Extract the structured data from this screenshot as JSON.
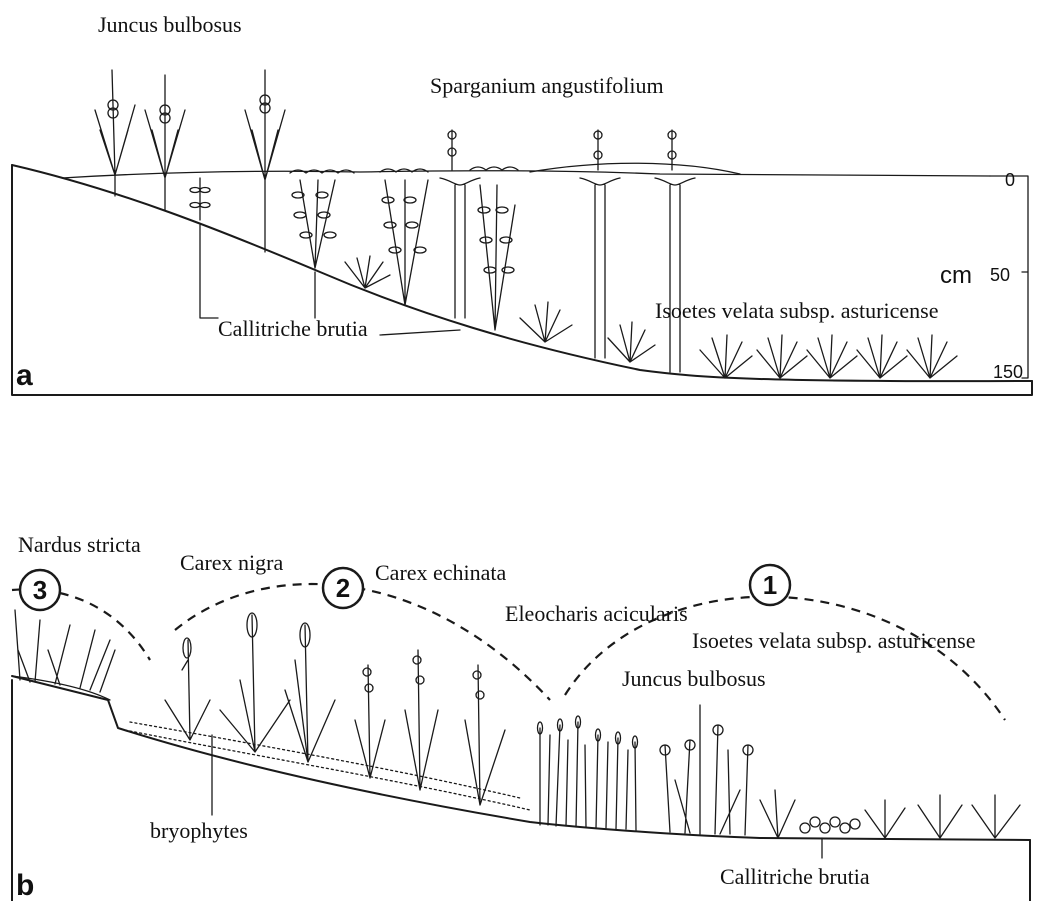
{
  "panel_a": {
    "letter": "a",
    "labels": {
      "juncus": "Juncus bulbosus",
      "sparganium": "Sparganium angustifolium",
      "callitriche": "Callitriche brutia",
      "isoetes": "Isoetes velata subsp. asturicense"
    },
    "scale": {
      "unit": "cm",
      "ticks": [
        "0",
        "50",
        "150"
      ]
    }
  },
  "panel_b": {
    "letter": "b",
    "labels": {
      "nardus": "Nardus stricta",
      "carex_nigra": "Carex nigra",
      "carex_echinata": "Carex echinata",
      "eleocharis": "Eleocharis acicularis",
      "isoetes": "Isoetes velata subsp. asturicense",
      "juncus": "Juncus bulbosus",
      "bryophytes": "bryophytes",
      "callitriche": "Callitriche brutia"
    },
    "zones": [
      "3",
      "2",
      "1"
    ]
  }
}
